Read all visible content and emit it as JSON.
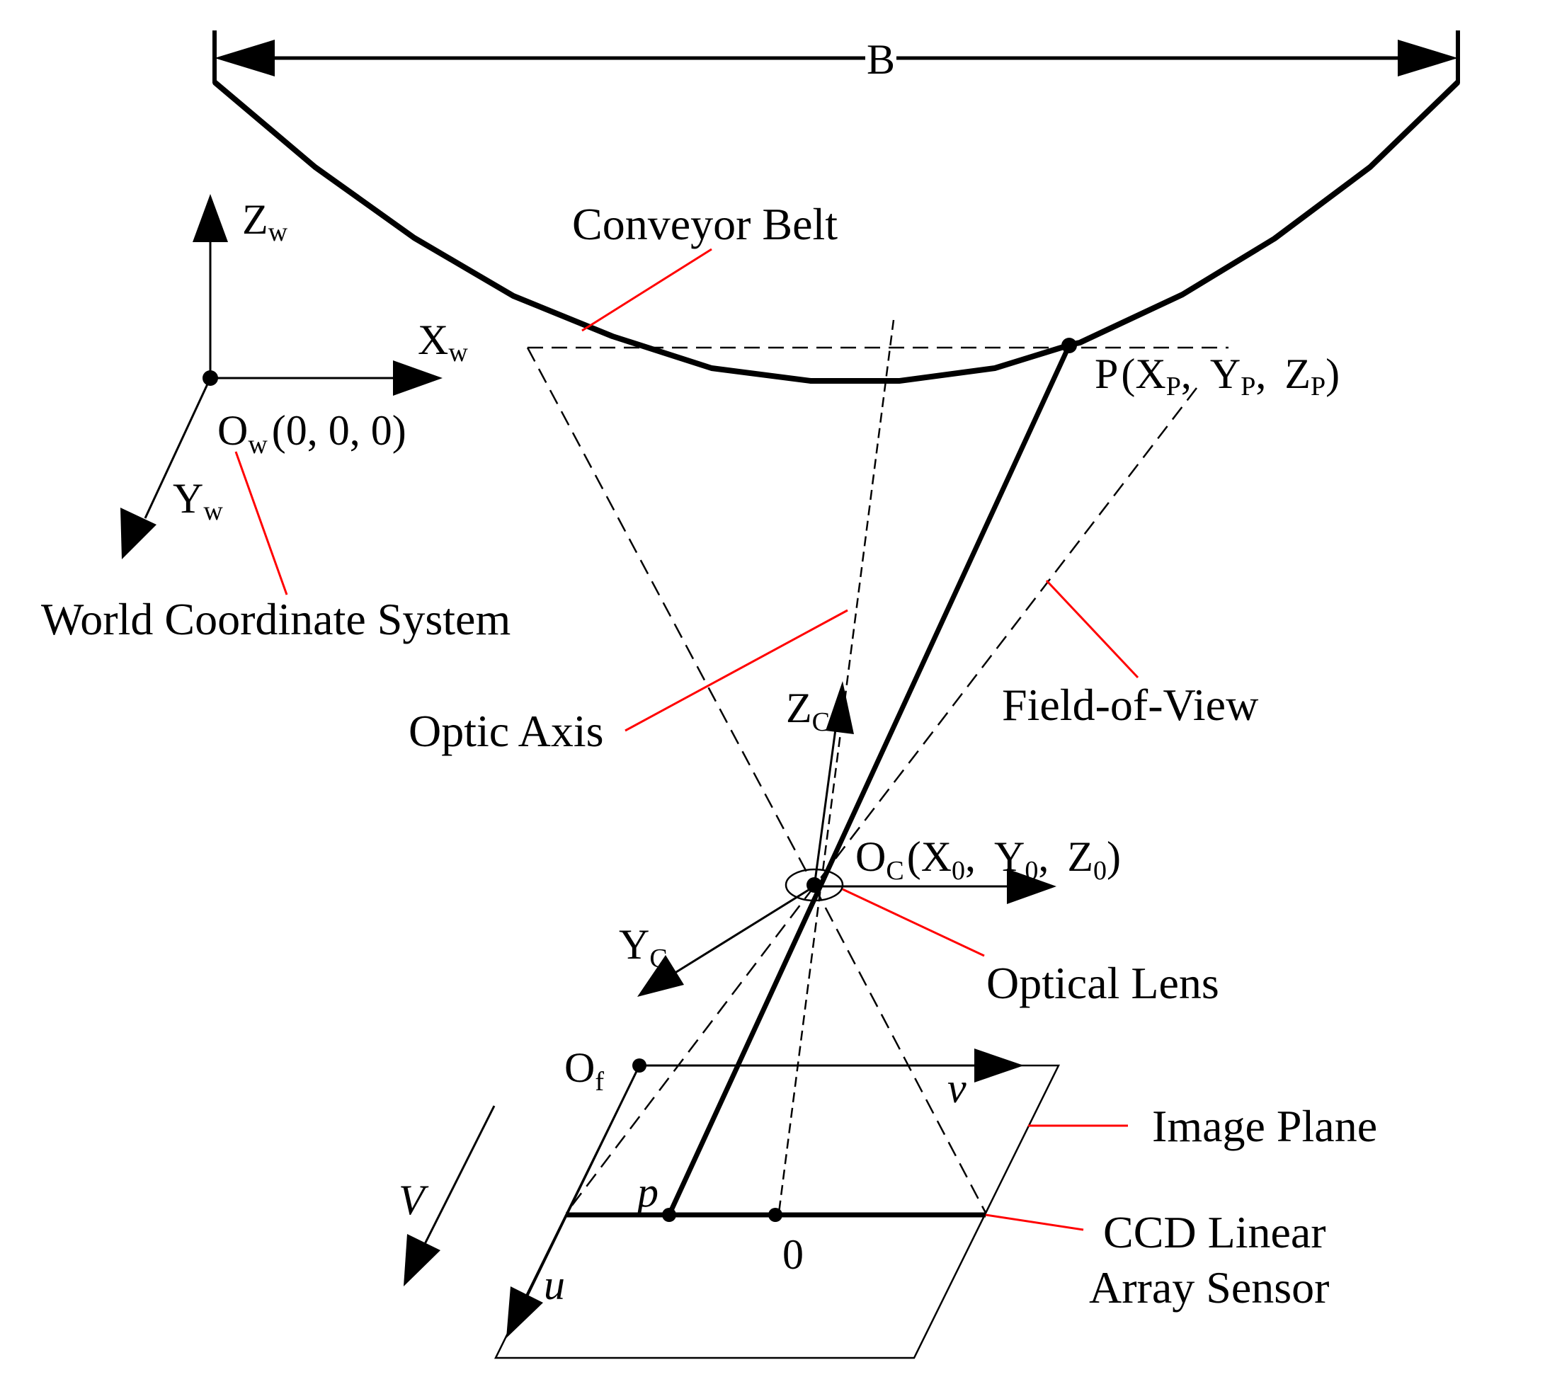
{
  "labels": {
    "belt_width": "B",
    "conveyor_belt": "Conveyor Belt",
    "world_coordinate_system": "World Coordinate System",
    "optic_axis": "Optic Axis",
    "field_of_view": "Field-of-View",
    "optical_lens": "Optical Lens",
    "image_plane": "Image Plane",
    "ccd_line1": "CCD Linear",
    "ccd_line2": "Array Sensor"
  },
  "world_axes": {
    "z_main": "Z",
    "z_sub": "w",
    "x_main": "X",
    "x_sub": "w",
    "y_main": "Y",
    "y_sub": "w",
    "origin_main": "O",
    "origin_sub": "w",
    "origin_coords": "(0, 0, 0)"
  },
  "point_p": {
    "name": "P",
    "open": "(",
    "x_main": "X",
    "x_sub": "P",
    "y_main": "Y",
    "y_sub": "P",
    "z_main": "Z",
    "z_sub": "P",
    "sep": ",",
    "close": ")"
  },
  "camera_axes": {
    "z_main": "Z",
    "z_sub": "C",
    "y_main": "Y",
    "y_sub": "C",
    "origin_main": "O",
    "origin_sub": "C",
    "open": "(",
    "x0_main": "X",
    "x0_sub": "0",
    "y0_main": "Y",
    "y0_sub": "0",
    "z0_main": "Z",
    "z0_sub": "0",
    "sep": ",",
    "close": ")"
  },
  "image_axes": {
    "of_main": "O",
    "of_sub": "f",
    "v_axis": "v",
    "u_axis": "u",
    "velocity": "V",
    "p_point": "p",
    "zero_point": "0"
  },
  "colors": {
    "line": "#000000",
    "leader": "#ff0000",
    "background": "#ffffff"
  }
}
